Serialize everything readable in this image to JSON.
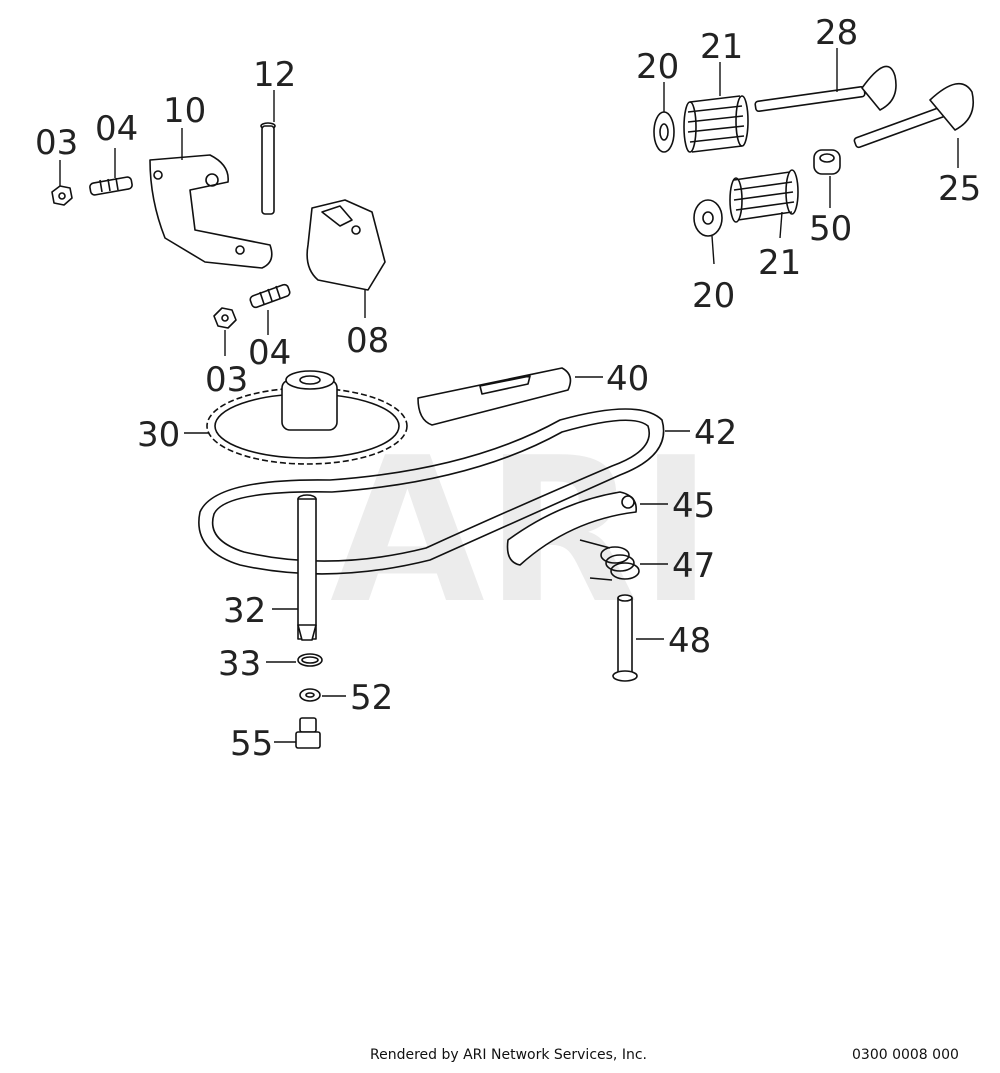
{
  "watermark": "ARI",
  "callouts": [
    "03",
    "04",
    "10",
    "12",
    "08",
    "03",
    "04",
    "20",
    "21",
    "28",
    "20",
    "21",
    "50",
    "25",
    "30",
    "40",
    "42",
    "45",
    "47",
    "32",
    "48",
    "33",
    "52",
    "55"
  ],
  "footer": {
    "rendered_by": "Rendered by ARI Network Services, Inc.",
    "diagram_code": "0300 0008 000"
  }
}
